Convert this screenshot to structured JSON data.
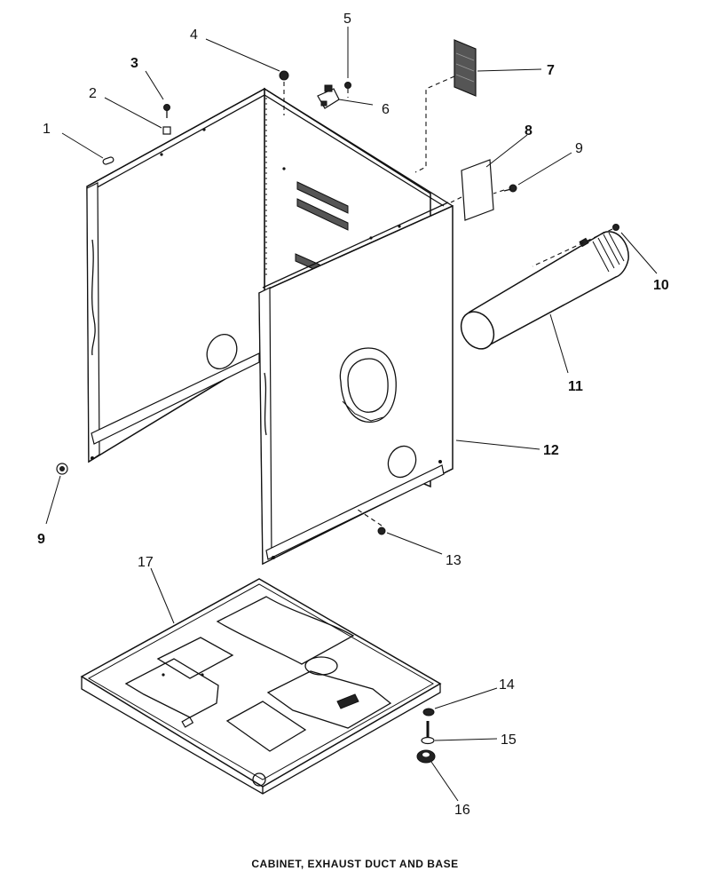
{
  "caption": "CABINET, EXHAUST DUCT AND BASE",
  "callouts": [
    {
      "id": "c1",
      "text": "1"
    },
    {
      "id": "c2",
      "text": "2"
    },
    {
      "id": "c3",
      "text": "3"
    },
    {
      "id": "c4",
      "text": "4"
    },
    {
      "id": "c5",
      "text": "5"
    },
    {
      "id": "c6",
      "text": "6"
    },
    {
      "id": "c7",
      "text": "7"
    },
    {
      "id": "c8",
      "text": "8"
    },
    {
      "id": "c9a",
      "text": "9"
    },
    {
      "id": "c9b",
      "text": "9"
    },
    {
      "id": "c10",
      "text": "10"
    },
    {
      "id": "c11",
      "text": "11"
    },
    {
      "id": "c12",
      "text": "12"
    },
    {
      "id": "c13",
      "text": "13"
    },
    {
      "id": "c14",
      "text": "14"
    },
    {
      "id": "c15",
      "text": "15"
    },
    {
      "id": "c16",
      "text": "16"
    },
    {
      "id": "c17",
      "text": "17"
    }
  ]
}
